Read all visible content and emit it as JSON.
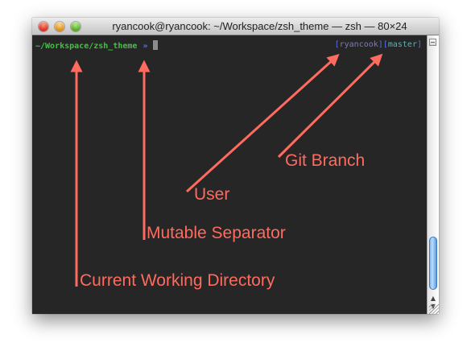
{
  "window": {
    "title": "ryancook@ryancook: ~/Workspace/zsh_theme — zsh — 80×24"
  },
  "terminal": {
    "cwd": "~/Workspace/zsh_theme",
    "separator": "»",
    "bracket_open": "[",
    "bracket_close": "]",
    "user": "ryancook",
    "branch": "master"
  },
  "scrollbar": {
    "up_arrow": "▲",
    "down_arrow": "▼"
  },
  "annotations": {
    "cwd_label": "Current Working Directory",
    "separator_label": "Mutable Separator",
    "user_label": "User",
    "branch_label": "Git Branch",
    "color": "#ff6b5e"
  },
  "colors": {
    "cwd": "#38c83a",
    "separator": "#5a6ee8",
    "user": "#7c7cb8",
    "branch": "#5fb0b3",
    "background": "#262626"
  }
}
